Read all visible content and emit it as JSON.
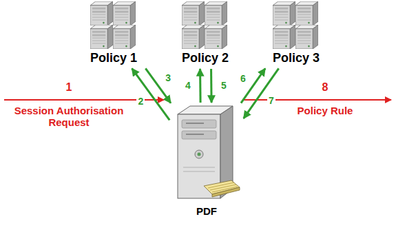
{
  "diagram": {
    "nodes": [
      {
        "text": [
          "Policy 1"
        ]
      },
      {
        "text": [
          "Policy 2"
        ]
      },
      {
        "text": [
          "Policy 3"
        ]
      },
      {
        "text": [
          "PDF"
        ]
      }
    ],
    "edges": [
      {
        "from": 3,
        "to": 0,
        "arrow": "to",
        "label": "2"
      },
      {
        "from": 0,
        "to": 3,
        "arrow": "to",
        "label": "3"
      },
      {
        "from": 3,
        "to": 1,
        "arrow": "to",
        "label": "4"
      },
      {
        "from": 1,
        "to": 3,
        "arrow": "to",
        "label": "5"
      },
      {
        "from": 3,
        "to": 2,
        "arrow": "to",
        "label": "6"
      },
      {
        "from": 2,
        "to": 3,
        "arrow": "to",
        "label": "7"
      }
    ],
    "labels": [
      "1",
      "Session Authorisation Request",
      "8",
      "Policy Rule"
    ]
  }
}
